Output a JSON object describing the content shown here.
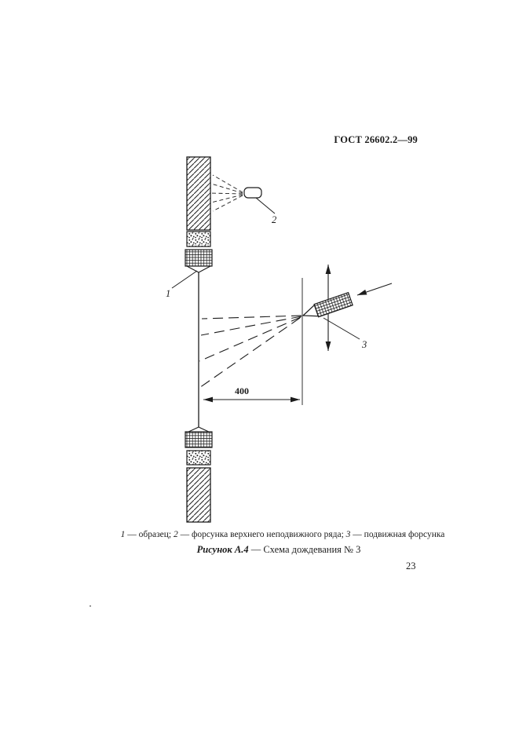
{
  "colors": {
    "ink": "#1c1c1c",
    "paper": "#ffffff"
  },
  "page": {
    "header": "ГОСТ 26602.2—99",
    "page_number": "23"
  },
  "figure": {
    "labels": {
      "sample": "1",
      "fixed_nozzle": "2",
      "movable_nozzle": "3"
    },
    "dimension": "400",
    "legend": {
      "n1": "1",
      "t1": " — образец; ",
      "n2": "2",
      "t2": " — форсунка верхнего неподвижного ряда; ",
      "n3": "3",
      "t3": " — подвижная форсунка"
    },
    "caption": {
      "title": "Рисунок А.4",
      "rest": " — Схема дождевания № 3"
    }
  }
}
